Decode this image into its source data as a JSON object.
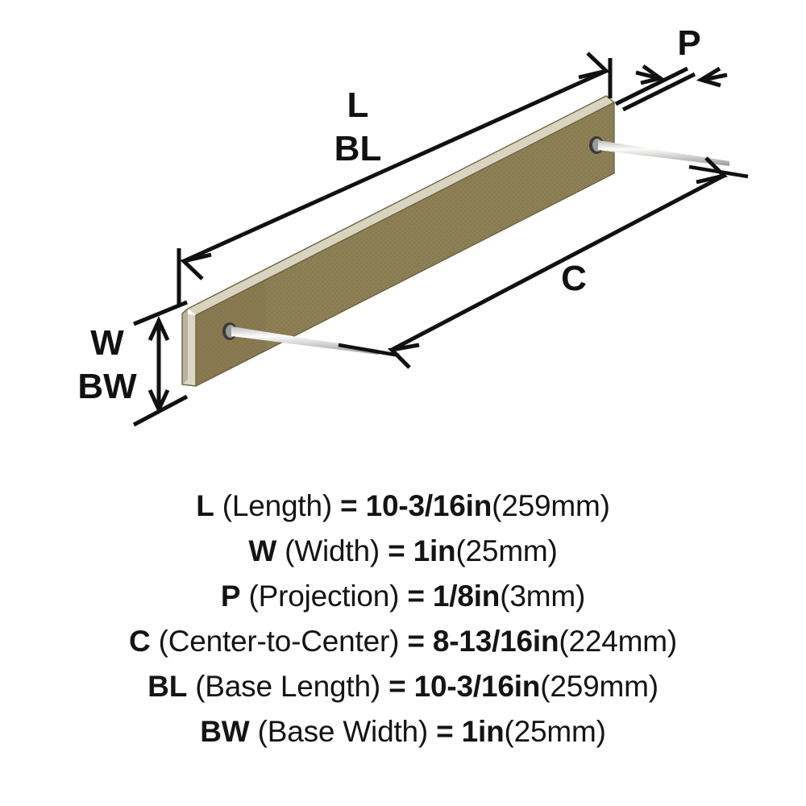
{
  "product": {
    "type": "cabinet-pull-dimension-diagram",
    "bar_face_color": "#8a7c52",
    "bar_edge_color": "#d9d4c0",
    "line_color": "#111111",
    "background_color": "#ffffff"
  },
  "diagram": {
    "labels": {
      "length": "L",
      "base_length": "BL",
      "projection": "P",
      "center_to_center": "C",
      "width": "W",
      "base_width": "BW"
    }
  },
  "specs": [
    {
      "symbol": "L",
      "name": "(Length)",
      "equals": "=",
      "value_in": "10-3/16in",
      "value_mm": "(259mm)"
    },
    {
      "symbol": "W",
      "name": "(Width)",
      "equals": "=",
      "value_in": "1in",
      "value_mm": "(25mm)"
    },
    {
      "symbol": "P",
      "name": "(Projection)",
      "equals": "=",
      "value_in": "1/8in",
      "value_mm": "(3mm)"
    },
    {
      "symbol": "C",
      "name": "(Center-to-Center)",
      "equals": "=",
      "value_in": "8-13/16in",
      "value_mm": "(224mm)"
    },
    {
      "symbol": "BL",
      "name": "(Base Length)",
      "equals": "=",
      "value_in": "10-3/16in",
      "value_mm": "(259mm)"
    },
    {
      "symbol": "BW",
      "name": "(Base Width)",
      "equals": "=",
      "value_in": "1in",
      "value_mm": "(25mm)"
    }
  ]
}
